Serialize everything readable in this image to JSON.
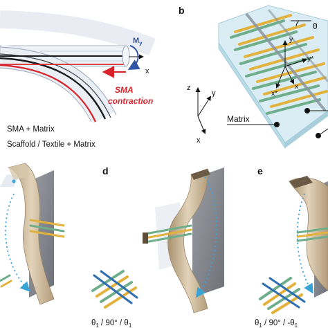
{
  "panel_labels": {
    "b": "b",
    "d": "d",
    "e": "e"
  },
  "panel_a": {
    "moment_label": "M",
    "moment_sub": "y",
    "axis_x": "x",
    "sma_line1": "SMA",
    "sma_line2": "contraction",
    "legend_sma": "SMA + Matrix",
    "legend_scaffold": "Scaffold / Textile + Matrix"
  },
  "panel_b": {
    "theta": "θ",
    "axis_y": "y",
    "axis_ystar": "y*",
    "axis_xstar": "x*",
    "axis_x": "x",
    "triad_z": "z",
    "triad_y": "y",
    "triad_x": "x",
    "matrix_label": "Matrix"
  },
  "panel_d": {
    "caption_theta": "θ",
    "caption_sub1": "1",
    "caption_mid": " / 90° / θ",
    "caption_sub2": "1"
  },
  "panel_e": {
    "caption_theta": "θ",
    "caption_sub1": "1",
    "caption_mid": " / 90° / -θ",
    "caption_sub2": "1"
  },
  "colors": {
    "sma_red": "#d8232a",
    "moment_blue": "#2f56a6",
    "fiber_yellow": "#e3b23c",
    "fiber_green": "#6fae8a",
    "strip_beige": "#c9b79a",
    "clamp_gray": "#8a8d92",
    "arc_blue": "#3aa3d6"
  }
}
